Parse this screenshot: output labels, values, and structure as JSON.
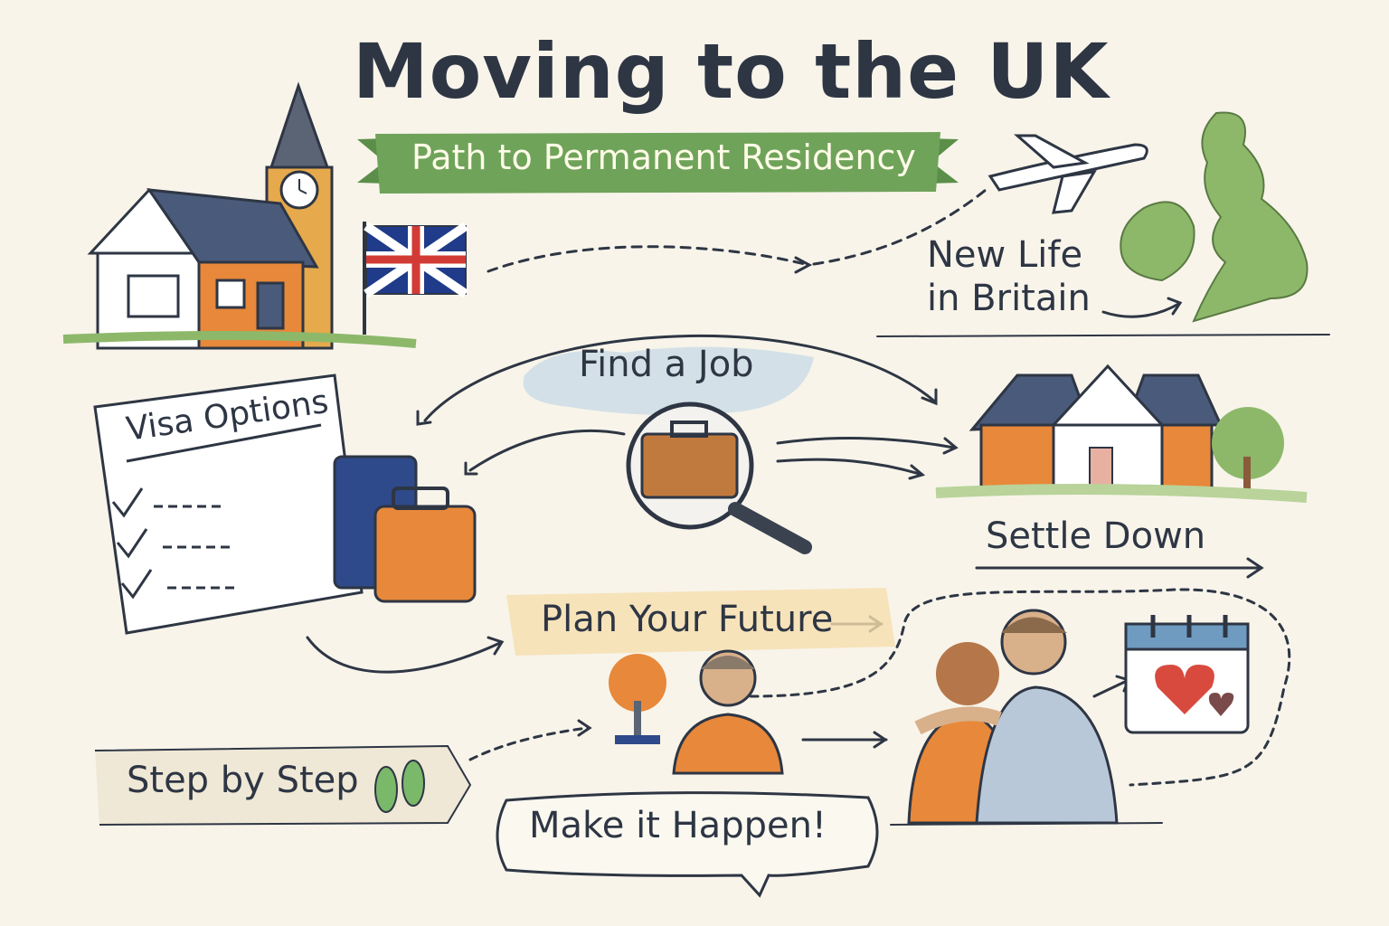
{
  "header": {
    "title": "Moving to the UK",
    "subtitle": "Path to Permanent Residency"
  },
  "labels": {
    "new_life": "New Life",
    "in_britain": "in Britain",
    "find_job": "Find a Job",
    "visa_options": "Visa Options",
    "settle_down": "Settle Down",
    "plan_future": "Plan Your Future",
    "step_by_step": "Step by Step",
    "make_it_happen": "Make it Happen!"
  },
  "colors": {
    "banner": "#6fa35a",
    "ink": "#2e3644",
    "orange": "#e8883a",
    "map_green": "#8db86a",
    "sky": "#c9dbe6",
    "highlight": "#f6dfae"
  }
}
